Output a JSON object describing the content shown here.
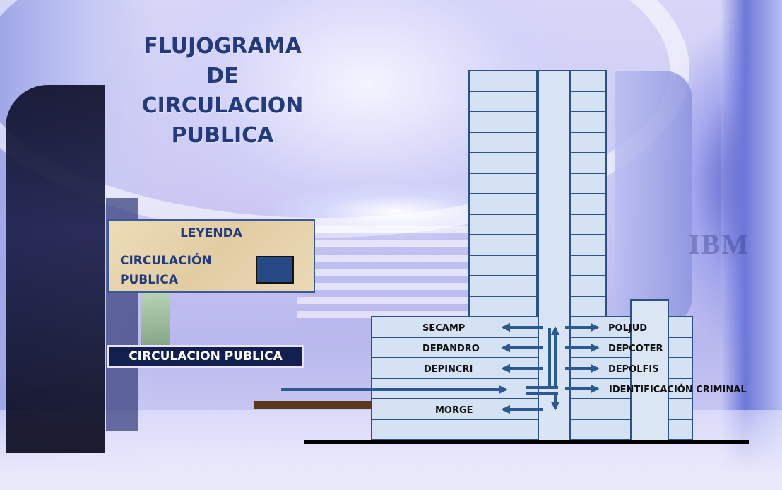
{
  "title_lines": [
    "FLUJOGRAMA",
    "DE",
    "CIRCULACION",
    "PUBLICA"
  ],
  "legend": {
    "title": "LEYENDA",
    "label": "CIRCULACIÓN PUBLICA",
    "swatch_color": "#254a86"
  },
  "circulation_label": "CIRCULACION PUBLICA",
  "colors": {
    "title": "#233b7c",
    "arrow": "#2a5a91",
    "building_fill": "#d5e2f3",
    "building_stroke": "#2c5187",
    "ground": "#000000",
    "entrance_bar": "#5a3a1a"
  },
  "left_departments": [
    "SECAMP",
    "DEPANDRO",
    "DEPINCRI",
    "MORGE"
  ],
  "right_departments": [
    "POLJUD",
    "DEPCOTER",
    "DEPOLFIS",
    "IDENTIFICACIÓN CRIMINAL"
  ],
  "background_watermark": "IBM"
}
